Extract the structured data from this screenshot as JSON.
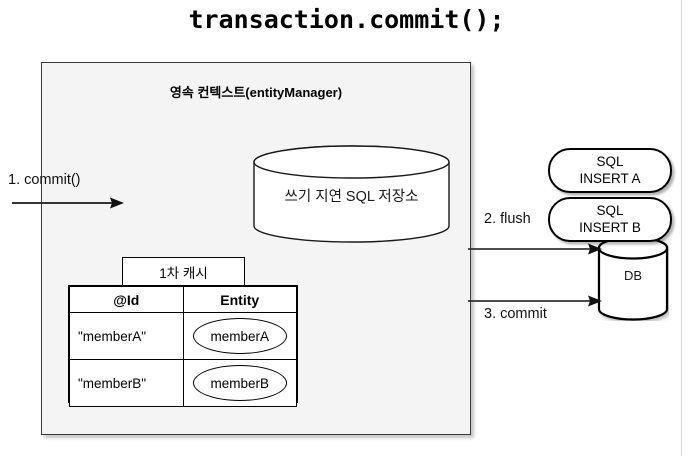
{
  "title": "transaction.commit();",
  "persistence_context": {
    "header": "영속 컨텍스트(entityManager)",
    "sql_store": {
      "label": "쓰기 지연 SQL 저장소",
      "shape": "cylinder"
    },
    "cache": {
      "caption": "1차 캐시",
      "columns": [
        "@Id",
        "Entity"
      ],
      "rows": [
        {
          "id": "\"memberA\"",
          "entity": "memberA"
        },
        {
          "id": "\"memberB\"",
          "entity": "memberB"
        }
      ]
    }
  },
  "sql_statements": [
    {
      "line1": "SQL",
      "line2": "INSERT A"
    },
    {
      "line1": "SQL",
      "line2": "INSERT B"
    }
  ],
  "database": {
    "label": "DB",
    "shape": "cylinder"
  },
  "arrows": [
    {
      "label": "1. commit()",
      "direction": "right"
    },
    {
      "label": "2. flush",
      "direction": "right"
    },
    {
      "label": "3. commit",
      "direction": "right"
    }
  ],
  "colors": {
    "container_fill": "#f4f4f4",
    "container_border": "#3a3a3a",
    "stroke": "#000000",
    "text": "#000000",
    "page_background": "#ffffff"
  }
}
